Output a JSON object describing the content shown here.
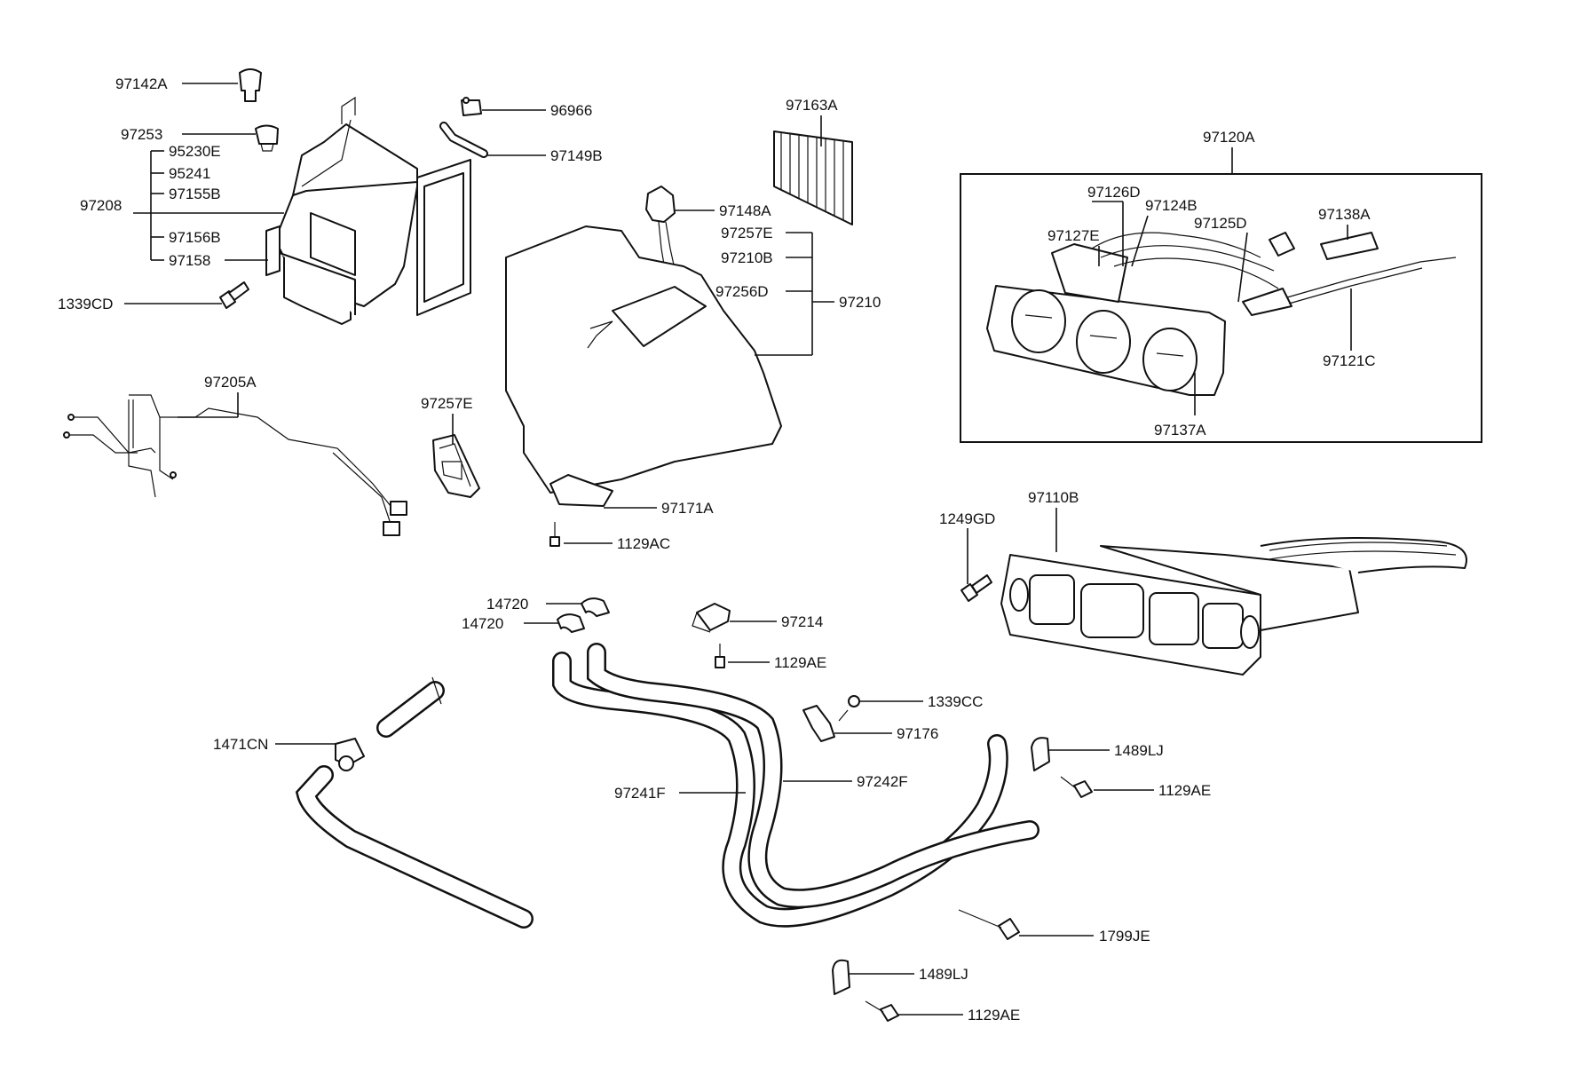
{
  "labels": {
    "l97142A": "97142A",
    "l97253": "97253",
    "l95230E": "95230E",
    "l95241": "95241",
    "l97155B": "97155B",
    "l97208": "97208",
    "l97156B": "97156B",
    "l97158": "97158",
    "l1339CD": "1339CD",
    "l96966": "96966",
    "l97149B": "97149B",
    "l97163A": "97163A",
    "l97148A": "97148A",
    "l97257E_a": "97257E",
    "l97210B": "97210B",
    "l97256D": "97256D",
    "l97210": "97210",
    "l97205A": "97205A",
    "l97257E_b": "97257E",
    "l97171A": "97171A",
    "l1129AC": "1129AC",
    "l97120A": "97120A",
    "l97126D": "97126D",
    "l97124B": "97124B",
    "l97127E": "97127E",
    "l97125D": "97125D",
    "l97138A": "97138A",
    "l97121C": "97121C",
    "l97137A": "97137A",
    "l97110B": "97110B",
    "l1249GD": "1249GD",
    "l14720_a": "14720",
    "l14720_b": "14720",
    "l97214": "97214",
    "l1129AE_a": "1129AE",
    "l1339CC": "1339CC",
    "l97176": "97176",
    "l1471CN": "1471CN",
    "l1489LJ_a": "1489LJ",
    "l1129AE_b": "1129AE",
    "l97241F": "97241F",
    "l97242F": "97242F",
    "l1799JE": "1799JE",
    "l1489LJ_b": "1489LJ",
    "l1129AE_c": "1129AE"
  }
}
